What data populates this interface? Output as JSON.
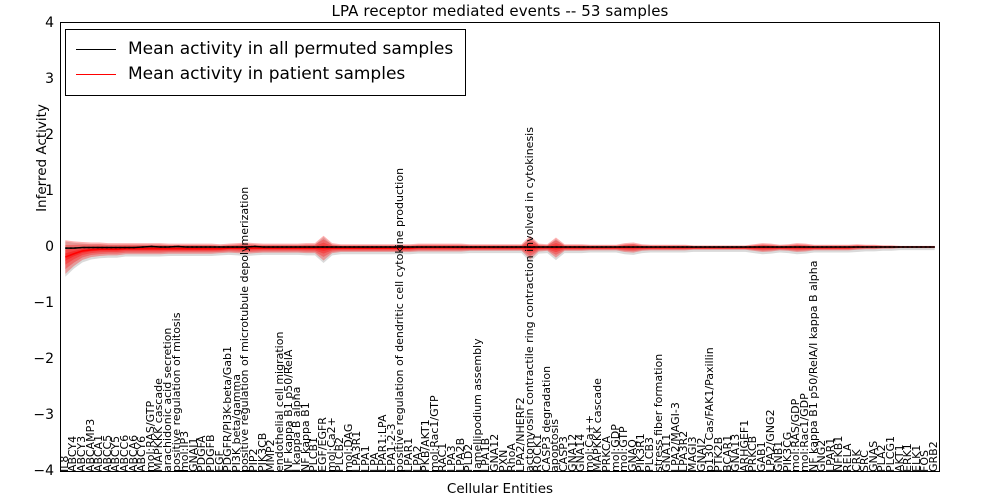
{
  "chart_data": {
    "type": "line",
    "title": "LPA receptor mediated events -- 53 samples",
    "xlabel": "Cellular Entities",
    "ylabel": "Inferred Activity",
    "ylim": [
      -4,
      4
    ],
    "yticks": [
      "4",
      "3",
      "2",
      "1",
      "0",
      "-1",
      "-2",
      "-3",
      "-4"
    ],
    "grid": false,
    "legend_position": "upper left",
    "legend": [
      {
        "name": "Mean activity in all permuted samples",
        "color": "#000000",
        "style": "solid-black-line"
      },
      {
        "name": "Mean activity in patient samples",
        "color": "#ff0000",
        "style": "solid-red-line"
      }
    ],
    "series": [
      {
        "name": "Mean activity in all permuted samples",
        "color": "#000000",
        "values": [
          -0.02,
          -0.02,
          -0.01,
          -0.01,
          -0.01,
          -0.01,
          -0.01,
          -0.01,
          -0.01,
          0.0,
          0.01,
          0.0,
          0.0,
          0.01,
          0.0,
          0.0,
          0.0,
          0.0,
          0.0,
          0.0,
          0.0,
          0.0,
          0.01,
          0.0,
          0.0,
          0.0,
          0.0,
          0.0,
          0.0,
          0.0,
          0.0,
          0.0,
          0.0,
          0.0,
          0.0,
          0.0,
          0.0,
          0.0,
          0.0,
          0.0,
          0.0,
          0.0,
          0.0,
          0.0,
          0.0,
          0.0,
          0.0,
          0.0,
          0.0,
          0.0,
          0.0,
          0.0,
          0.0,
          0.0,
          0.0,
          0.0,
          0.0,
          0.0,
          0.0,
          0.0,
          0.0,
          0.0,
          0.0,
          0.0,
          0.0,
          0.0,
          0.0,
          0.0,
          0.0,
          0.0,
          0.0,
          0.0,
          0.0,
          0.0,
          0.0,
          0.0,
          0.0,
          0.0,
          0.0,
          0.0,
          0.0,
          0.0,
          0.0,
          0.0,
          0.0,
          0.0,
          0.0,
          0.0,
          0.0,
          0.0,
          0.0,
          0.0,
          0.0,
          0.0,
          0.0,
          0.0,
          0.0,
          0.0,
          0.0,
          0.0,
          0.0,
          0.0,
          0.0
        ]
      },
      {
        "name": "Mean activity in patient samples",
        "color": "#ff0000",
        "values": [
          -0.18,
          -0.12,
          -0.07,
          -0.05,
          -0.04,
          -0.04,
          -0.04,
          -0.03,
          -0.03,
          -0.03,
          -0.03,
          -0.03,
          -0.03,
          -0.03,
          -0.03,
          -0.03,
          -0.03,
          -0.03,
          -0.03,
          -0.02,
          -0.02,
          -0.02,
          -0.02,
          -0.02,
          -0.02,
          -0.02,
          -0.02,
          -0.02,
          -0.02,
          -0.02,
          -0.02,
          -0.02,
          -0.02,
          -0.02,
          -0.02,
          -0.02,
          -0.02,
          -0.02,
          -0.02,
          -0.02,
          -0.02,
          -0.01,
          -0.01,
          -0.01,
          -0.01,
          -0.01,
          -0.01,
          -0.01,
          -0.01,
          -0.01,
          -0.01,
          -0.01,
          -0.01,
          -0.01,
          -0.01,
          -0.01,
          -0.01,
          -0.01,
          -0.01,
          -0.01,
          -0.01,
          -0.01,
          -0.01,
          -0.01,
          -0.01,
          -0.01,
          -0.01,
          -0.01,
          -0.01,
          -0.01,
          -0.01,
          -0.01,
          -0.01,
          -0.01,
          -0.01,
          -0.01,
          -0.01,
          -0.01,
          -0.01,
          -0.01,
          -0.01,
          -0.01,
          -0.01,
          -0.01,
          -0.01,
          -0.01,
          -0.01,
          -0.01,
          -0.01,
          -0.01,
          -0.01,
          -0.01,
          0.0,
          0.0,
          0.0,
          0.0,
          0.0,
          0.0,
          0.0,
          0.0,
          0.0,
          0.0,
          0.0
        ]
      }
    ],
    "band_half_widths": [
      0.3,
      0.22,
      0.16,
      0.13,
      0.12,
      0.11,
      0.11,
      0.1,
      0.1,
      0.1,
      0.1,
      0.1,
      0.09,
      0.09,
      0.09,
      0.09,
      0.09,
      0.09,
      0.08,
      0.08,
      0.09,
      0.1,
      0.09,
      0.08,
      0.08,
      0.08,
      0.08,
      0.08,
      0.09,
      0.09,
      0.22,
      0.09,
      0.07,
      0.07,
      0.07,
      0.07,
      0.07,
      0.07,
      0.07,
      0.07,
      0.07,
      0.07,
      0.07,
      0.07,
      0.07,
      0.07,
      0.07,
      0.06,
      0.06,
      0.06,
      0.06,
      0.06,
      0.06,
      0.06,
      0.21,
      0.07,
      0.06,
      0.18,
      0.06,
      0.06,
      0.06,
      0.05,
      0.05,
      0.05,
      0.05,
      0.08,
      0.09,
      0.06,
      0.05,
      0.05,
      0.05,
      0.05,
      0.05,
      0.04,
      0.04,
      0.04,
      0.04,
      0.04,
      0.04,
      0.04,
      0.06,
      0.08,
      0.07,
      0.05,
      0.06,
      0.08,
      0.07,
      0.05,
      0.05,
      0.05,
      0.05,
      0.05,
      0.05,
      0.04,
      0.04,
      0.03,
      0.03,
      0.02,
      0.02,
      0.02,
      0.02,
      0.02,
      0.02
    ],
    "categories": [
      "IL8",
      "ABCY4",
      "ABCY3",
      "ABCAMP3",
      "ABCA1",
      "ABCC5",
      "ABCY5",
      "ABCC6",
      "ABCA6",
      "ABCY6",
      "mol:RAS/GTP",
      "MAPKKK cascade",
      "arachidonic acid secretion",
      "positive regulation of mitosis",
      "mol:IP3",
      "GNAI1",
      "PDGFA",
      "PDGFB",
      "EGF",
      "PDGFR/PI3K-beta/Gab1",
      "PI3K beta/gamma",
      "positive regulation of microtubule depolymerization",
      "PIP2",
      "PIK3CB",
      "MMP2",
      "endothelial cell migration",
      "NF kappa B1 p50/RelA",
      "I kappa B alpha",
      "NF kappa B1",
      "PLCB1",
      "EGF/EGFR",
      "mol:Ca2+",
      "PLCB2",
      "mol:DAG",
      "LPA3R1",
      "LPA1",
      "LPA",
      "LPAR1:LPA",
      "LPA1-2-3",
      "positive regulation of dendritic cell cytokine production",
      "LPAR1",
      "LPA2",
      "PKB/AKT1",
      "mol:Rac1/GTP",
      "RAC1",
      "LPA3",
      "LPA2B",
      "PLD2",
      "lamellipodium assembly",
      "LPA1B",
      "GNA12",
      "PXN",
      "RhoA",
      "LPA2/NHERF2",
      "actomyosin contractile ring contraction involved in cytokinesis",
      "ROCK1",
      "CASP3 degradation",
      "apoptosis",
      "CASP3",
      "GNA12",
      "GNA14",
      "mol:Ca++",
      "MAPKKK cascade",
      "PRKCA",
      "mol:GDP",
      "mol:GTP",
      "GNAQ",
      "PIK3R1",
      "PLCB3",
      "stress fiber formation",
      "GNA11",
      "LPA2/MAGI-3",
      "LPA3R2",
      "MAGI3",
      "GNAI2",
      "p130 Cas/FAK1/Paxillin",
      "PTK2B",
      "BCAR1",
      "GNA13",
      "ARHGEF1",
      "PRKCB",
      "GAB1",
      "LPA2/GNG2",
      "GNB1",
      "PIK3CG",
      "mol:RAS/GDP",
      "mol:Rac1/GDP",
      "NF kappa B1 p50/RelA/I kappa B alpha",
      "GNG2",
      "LPAR1",
      "NFKB1",
      "RELA",
      "CRK",
      "SRC",
      "GNAS",
      "PLA2",
      "PLCG1",
      "AKT1",
      "ERK1",
      "ELK1",
      "FOS",
      "GRB2"
    ]
  }
}
